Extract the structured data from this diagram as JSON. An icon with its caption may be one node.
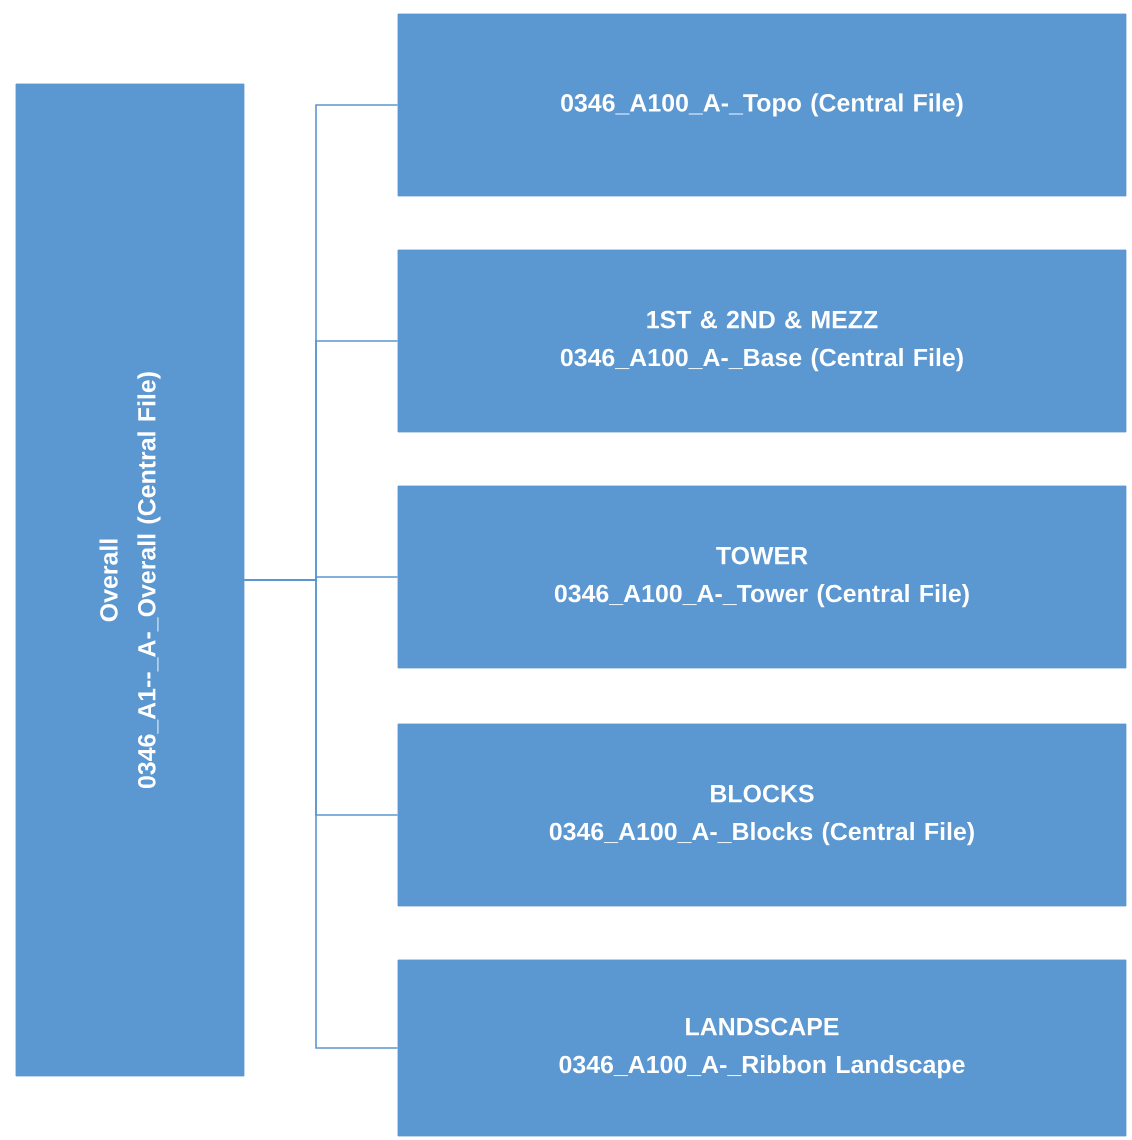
{
  "diagram": {
    "nodes": [
      {
        "text": [
          "Overall",
          "0346_A1--_A-_Overall (Central File)"
        ]
      },
      {
        "text": [
          "0346_A100_A-_Topo (Central File)"
        ]
      },
      {
        "text": [
          "1ST & 2ND & MEZZ",
          "0346_A100_A-_Base (Central File)"
        ]
      },
      {
        "text": [
          "TOWER",
          "0346_A100_A-_Tower (Central File)"
        ]
      },
      {
        "text": [
          "BLOCKS",
          "0346_A100_A-_Blocks (Central File)"
        ]
      },
      {
        "text": [
          "LANDSCAPE",
          "0346_A100_A-_Ribbon Landscape"
        ]
      }
    ],
    "edges": [
      {
        "from": 0,
        "to": 1,
        "arrow": "none"
      },
      {
        "from": 0,
        "to": 2,
        "arrow": "none"
      },
      {
        "from": 0,
        "to": 3,
        "arrow": "none"
      },
      {
        "from": 0,
        "to": 4,
        "arrow": "none"
      },
      {
        "from": 0,
        "to": 5,
        "arrow": "none"
      }
    ]
  }
}
